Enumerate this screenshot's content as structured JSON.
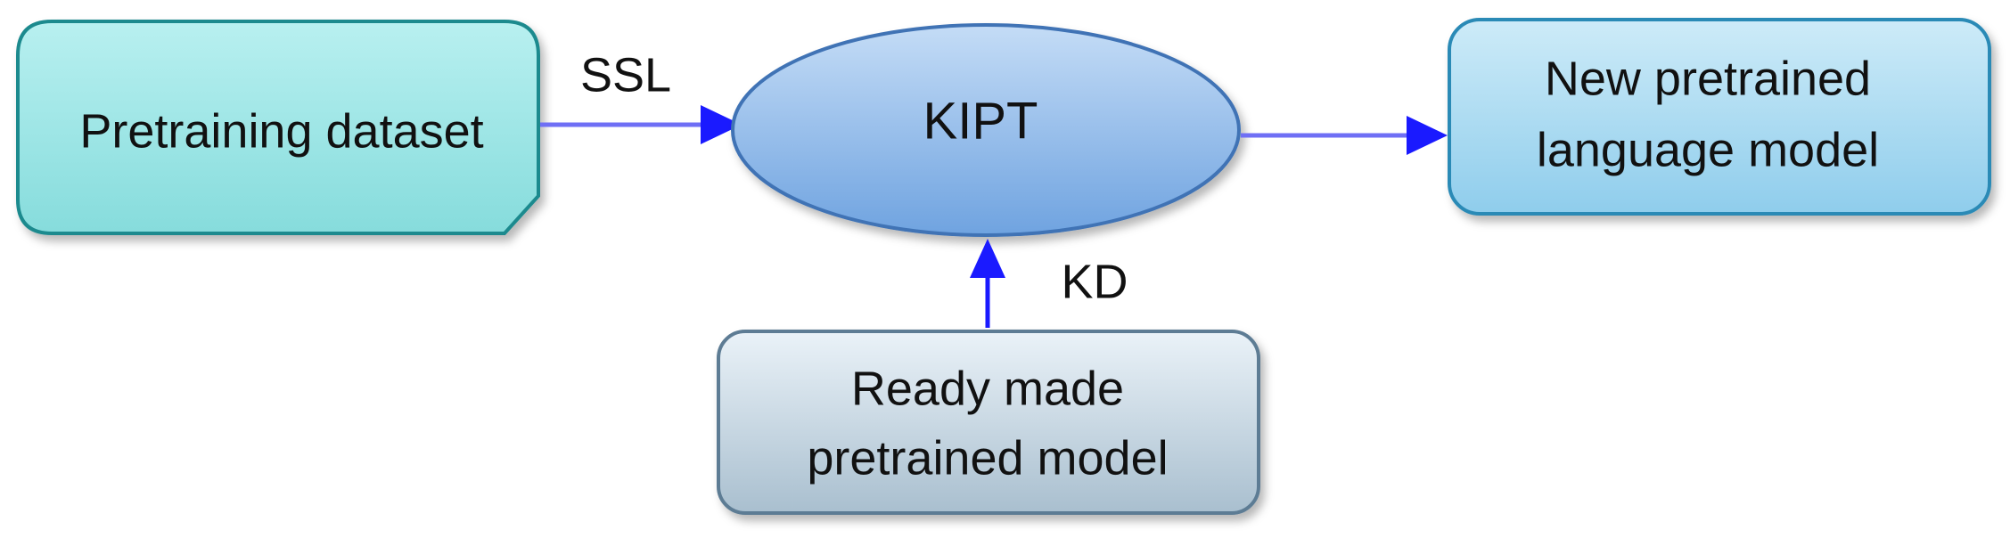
{
  "nodes": {
    "pretraining_dataset": {
      "label": "Pretraining dataset"
    },
    "kipt": {
      "label": "KIPT"
    },
    "new_model": {
      "line1": "New pretrained",
      "line2": "language model"
    },
    "ready_made": {
      "line1": "Ready made",
      "line2": "pretrained model"
    }
  },
  "edges": {
    "ssl": {
      "label": "SSL"
    },
    "kd": {
      "label": "KD"
    }
  },
  "colors": {
    "dataset_fill_top": "#b8f0f0",
    "dataset_fill_bottom": "#86dcdc",
    "dataset_stroke": "#1e8a8e",
    "kipt_fill_top": "#c4dcf6",
    "kipt_fill_bottom": "#6fa3e0",
    "kipt_stroke": "#3f73b5",
    "new_model_fill_top": "#cdebf8",
    "new_model_fill_bottom": "#8fcdec",
    "new_model_stroke": "#2b8ab6",
    "ready_fill_top": "#eaf2f8",
    "ready_fill_bottom": "#a9bfcf",
    "ready_stroke": "#5d7c94",
    "arrow_strong": "#1a1aff",
    "arrow_light": "#6f6ff5"
  }
}
